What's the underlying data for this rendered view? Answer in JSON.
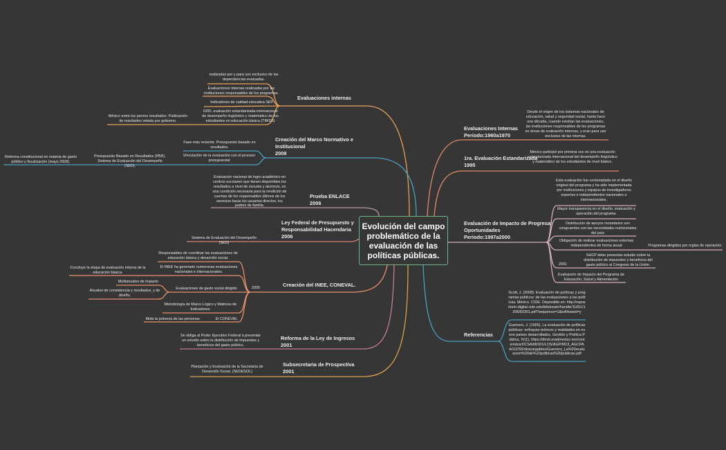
{
  "central_topic": "Evolución del campo problemático de la evaluación de las políticas públicas.",
  "colors": {
    "background": "#363636",
    "center_border": "#6fb58a",
    "orange": "#e8a25a",
    "blue": "#4aa3c0",
    "mauve": "#b89a9a",
    "salmon": "#d8877a",
    "coral": "#e8906a",
    "pink": "#c87a9a",
    "gold": "#e0a050",
    "rose": "#d8b0b8"
  },
  "left": {
    "eval_internas": {
      "label": "Evaluaciones internas",
      "children": [
        "realizadas por y para uso exclusivo de las dependencias evaluadas.",
        "Evaluaciones internas realizadas por las instituciones responsables de los programas.",
        "Indicadores de calidad educativa SEP.",
        "1995, evaluación estandarizada internacional de desempeño lingüístico y matemático de los estudiantes en educación básica (TIMSS)",
        "México entre los peores resultados. Publicación de resultados vetada por gobierno."
      ]
    },
    "marco": {
      "label_1": "Creación del Marco Normativo e Institucional",
      "label_2": "2008",
      "children": [
        "Fase más reciente. Presupuesto basado en resultados.",
        "Vinculación de la evaluación con el proceso presupuestal",
        "Presupuesto Basado en Resultados (PBR), Sistema de Evaluación del Desempeño (SED).",
        "Reforma constitucional en materia de gasto público y fiscalización (mayo 2008)."
      ]
    },
    "enlace": {
      "label_1": "Prueba ENLACE",
      "label_2": "2006",
      "children": [
        "Evaluación nacional de logro académico en centros escolares que tienen disponibles los resultados a nivel de escuela y alumnos, es una condición necesaria para la rendición de cuentas de los responsables últimos de los servicios hacia los usuarios directos, los padres de familia."
      ]
    },
    "ley_federal": {
      "label_1": "Ley Federal de Presupuesto y Responsabilidad Hacendaria",
      "label_2": "2006",
      "children": [
        "Sistema de Evaluación del Desempeño (SED)"
      ]
    },
    "inee": {
      "label": "Creación del INEE, CONEVAL.",
      "year": "2005",
      "children": [
        "Responsables de coordinar las evaluaciones de educación básica y desarrollo social.",
        "El INEE ha generado numerosas evaluaciones nacionales e internacionales.",
        "Concluye la etapa de evaluación interna de la educación básica.",
        "Evaluaciones de gasto social dirigido",
        "Multianuales de impacto",
        "Anuales de consistencia y resultados, y de diseño.",
        "Metodología de Marco Lógico y Matrices de Indicadores.",
        "El CONEVAL",
        "Mide la pobreza de las personas."
      ]
    },
    "ley_ingresos": {
      "label_1": "Reforma de la Ley de Ingresos",
      "label_2": "2001",
      "children": [
        "Se obliga al Poder Ejecutivo Federal a presentar un estudio sobre la distribución de impuestos y beneficios del gasto público."
      ]
    },
    "subsecretaria": {
      "label_1": "Subsecretaria de Prospectiva",
      "label_2": "2001",
      "children": [
        "Plantación y Evaluación de la Secretaría de Desarrollo Social. (SEDESOL)"
      ]
    }
  },
  "right": {
    "periodo": {
      "label_1": "Evaluaciones Internas",
      "label_2": "Periodo:1960a1970",
      "children": [
        "Desde el origen de los sistemas nacionales de educación, salud y seguridad social, hasta hace una década, cuando existían las evaluaciones, las instituciones responsables de los programas en áreas de evaluación internas, y eran para uso exclusivo de las mismas."
      ]
    },
    "primera": {
      "label_1": "1ra. Evaluación Estandarizada",
      "label_2": "1995",
      "children": [
        "México participó por primera vez en una evaluación estandarizada internacional del desempeño lingüístico y matemático de los estudiantes de nivel básico."
      ]
    },
    "progresa": {
      "label_1": "Evaluación de Impacto de Progresa/",
      "label_2": "Oportunidades",
      "label_3": "Periodo:1997a2000",
      "children": [
        "Esta evaluación fue contemplada en el diseño original del programa y ha sido implementada por instituciones y equipos de investigadores expertos e independientes nacionales e internacionales.",
        "Mayor transparencia en el diseño, evaluación y operación del programa.",
        "Distribución de apoyos monetarios son congruentes con las necesidades  nutricionales del país",
        "Obligación de realizar evaluaciones externas independientes de forma anual",
        "Programas dirigidos por reglas de operación.",
        "2001",
        "SHCP debe presentar estudio sobre la distribución de impuestos y beneficios del gasto público al Congreso de la Unión.",
        "Evaluación de Impacto del Programa de Educación, Salud y Alimentación"
      ]
    },
    "referencias": {
      "label": "Referencias",
      "children": [
        "Scott, J. (2008). Evaluación de políticas y programas públicos: de las evaluaciones a las políticas. México. CIDE. Disponible en: http://repositorio-digital.cide.edu/bitstream/handle/11651/1208/83301.pdf?sequence=1&isAllowed=y",
        "Guerrero, J. (1995). La evaluación de políticas públicas: enfoques teóricos y realidades en nueve países desarrollados. Gestión y Política Pública, IV(1). https://dmd.unadmexico.mx/contenidos/DCSA/MODULOS/AGP/M13_AGCPAA/U2/S5/descargables/Guerrero_La%20evaluacion%20de%20politicas%20publicas.pdf"
      ]
    }
  }
}
